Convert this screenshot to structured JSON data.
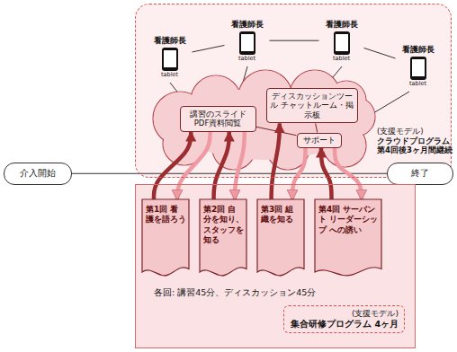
{
  "diagram": {
    "nodes": [
      {
        "text": [
          "(支援モデル)",
          "クラウドプログラム 第4回後3ヶ月間継続"
        ]
      },
      {
        "text": [
          "看護師長",
          "tablet"
        ],
        "in": 0
      },
      {
        "text": [
          "看護師長",
          "tablet"
        ],
        "in": 0
      },
      {
        "text": [
          "看護師長",
          "tablet"
        ],
        "in": 0
      },
      {
        "text": [
          "看護師長",
          "tablet"
        ],
        "in": 0
      },
      {
        "text": [
          "講習のスライド PDF資料閲覧"
        ],
        "in": 0
      },
      {
        "text": [
          "ディスカッションツール チャットルーム・掲示板"
        ],
        "in": 0
      },
      {
        "text": [
          "サポート"
        ],
        "in": 0
      },
      {
        "text": [
          "介入開始"
        ]
      },
      {
        "text": [
          "終了"
        ]
      },
      {
        "text": [
          "各回: 講習45分、ディスカッション45分"
        ]
      },
      {
        "text": [
          "第1回 看護を語ろう"
        ],
        "in": 10
      },
      {
        "text": [
          "第2回 自分を知り、スタッフを知る"
        ],
        "in": 10
      },
      {
        "text": [
          "第3回 組織を知る"
        ],
        "in": 10
      },
      {
        "text": [
          "第4回 サーバント リーダーシップ への誘い"
        ],
        "in": 10
      },
      {
        "text": [
          "(支援モデル)",
          "集合研修プログラム 4ヶ月"
        ],
        "in": 10
      }
    ],
    "edges": [
      {
        "from": 1,
        "to": 2,
        "arrow": "none"
      },
      {
        "from": 2,
        "to": 3,
        "arrow": "none"
      },
      {
        "from": 3,
        "to": 4,
        "arrow": "none"
      },
      {
        "from": 5,
        "to": 7,
        "arrow": "none"
      },
      {
        "from": 6,
        "to": 7,
        "arrow": "none"
      },
      {
        "from": 8,
        "to": 9,
        "arrow": "none"
      },
      {
        "from": 11,
        "to": 5,
        "arrow": "to"
      },
      {
        "from": 5,
        "to": 11,
        "arrow": "to"
      },
      {
        "from": 12,
        "to": 5,
        "arrow": "to"
      },
      {
        "from": 5,
        "to": 12,
        "arrow": "to"
      },
      {
        "from": 13,
        "to": 6,
        "arrow": "to"
      },
      {
        "from": 7,
        "to": 13,
        "arrow": "to"
      },
      {
        "from": 14,
        "to": 7,
        "arrow": "to"
      },
      {
        "from": 7,
        "to": 14,
        "arrow": "to"
      }
    ]
  }
}
